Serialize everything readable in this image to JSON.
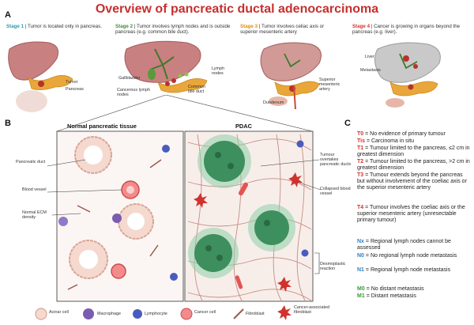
{
  "title": "Overview of pancreatic ductal adenocarcinoma",
  "colors": {
    "title": "#c62f2f",
    "stage1": "#2e9aa8",
    "stage2": "#3a8f3a",
    "stage3": "#e08a1c",
    "stage4": "#d2322d",
    "T": "#d2322d",
    "N": "#2e7fc4",
    "M": "#3a9a3a"
  },
  "panelA": {
    "letter": "A",
    "stages": [
      {
        "label": "Stage 1",
        "text": "Tumor is located only in pancreas."
      },
      {
        "label": "Stage 2",
        "text": "Tumor involves lymph nodes and is outside pancreas (e.g. common bile duct)."
      },
      {
        "label": "Stage 3",
        "text": "Tumor involves celiac axis or superior mesenteric artery"
      },
      {
        "label": "Stage 4",
        "text": "Cancer is growing in organs beyond the pancreas (e.g. liver)."
      }
    ],
    "labels": {
      "tumor": "Tumor",
      "pancreas": "Pancreas",
      "gallbladder": "Gallbladder",
      "lymph_nodes": "Lymph nodes",
      "cancerous_lymph_nodes": "Cancerous lymph nodes",
      "common_bile_duct": "Common bile duct",
      "duodenum": "Duodenum",
      "superior_mesenteric_artery": "Superior mesenteric artery",
      "liver": "Liver",
      "metastasis": "Metastasis"
    }
  },
  "panelB": {
    "letter": "B",
    "normal_title": "Normal pancreatic tissue",
    "pdac_title": "PDAC",
    "labels": {
      "pancreatic_duct": "Pancreatic duct",
      "blood_vessel": "Blood vessel",
      "normal_ecm": "Normal ECM density",
      "tumour_overtakes": "Tumour overtakes pancreatic ducts",
      "collapsed_vessel": "Collapsed blood vessel",
      "desmoplastic": "Desmoplastic reaction"
    },
    "legend": [
      {
        "icon": "acinar-cell-icon",
        "label": "Acinar cell"
      },
      {
        "icon": "macrophage-icon",
        "label": "Macrophage"
      },
      {
        "icon": "lymphocyte-icon",
        "label": "Lymphocyte"
      },
      {
        "icon": "cancer-cell-icon",
        "label": "Cancer cell"
      },
      {
        "icon": "fibroblast-icon",
        "label": "Fibroblast"
      },
      {
        "icon": "caf-icon",
        "label": "Cancer-associated fibroblast"
      }
    ]
  },
  "panelC": {
    "letter": "C",
    "T": [
      {
        "code": "T0",
        "text": "= No evidence of primary tumour"
      },
      {
        "code": "Tis",
        "text": "= Carcinoma in situ"
      },
      {
        "code": "T1",
        "text": "= Tumour limited to the pancreas, ≤2 cm in greatest dimension"
      },
      {
        "code": "T2",
        "text": "= Tumour limited to the pancreas, >2 cm in greatest dimension"
      },
      {
        "code": "T3",
        "text": "= Tumour extends beyond the pancreas but without involvement of the coeliac axis or the superior mesenteric artery"
      },
      {
        "code": "T4",
        "text": "= Tumour involves the coeliac axis or the superior mesenteric artery (unresectable primary tumour)"
      }
    ],
    "N": [
      {
        "code": "Nx",
        "text": "= Regional lymph nodes cannot be assessed"
      },
      {
        "code": "N0",
        "text": "= No regional lymph node metastasis"
      },
      {
        "code": "N1",
        "text": "= Regional lymph node metastasis"
      }
    ],
    "M": [
      {
        "code": "M0",
        "text": "= No distant metastasis"
      },
      {
        "code": "M1",
        "text": "= Distant metastasis"
      }
    ]
  }
}
